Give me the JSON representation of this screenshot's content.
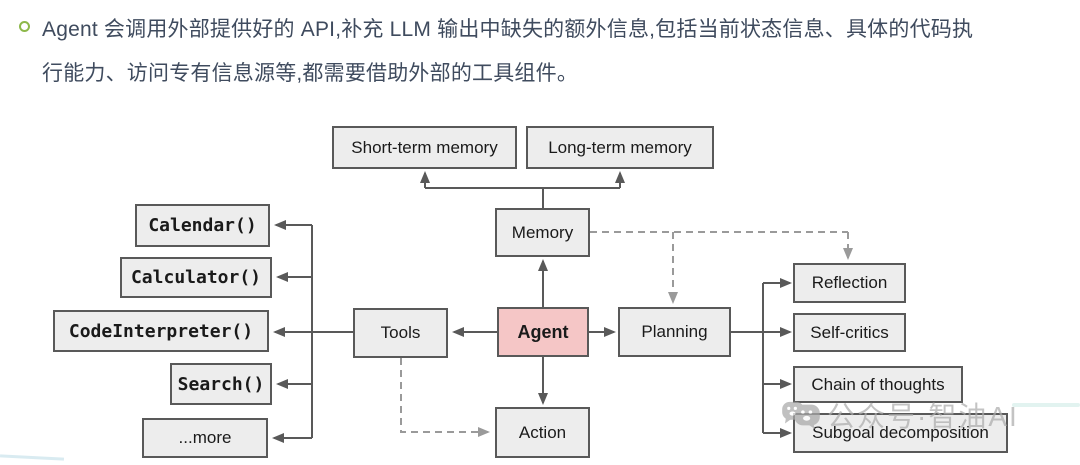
{
  "note": {
    "line1": "Agent 会调用外部提供好的 API,补充 LLM 输出中缺失的额外信息,包括当前状态信息、具体的代码执",
    "line2": "行能力、访问专有信息源等,都需要借助外部的工具组件。"
  },
  "diagram": {
    "boxes": {
      "short_term_memory": "Short-term memory",
      "long_term_memory": "Long-term memory",
      "memory": "Memory",
      "agent": "Agent",
      "planning": "Planning",
      "tools": "Tools",
      "action": "Action",
      "calendar": "Calendar()",
      "calculator": "Calculator()",
      "code_interpreter": "CodeInterpreter()",
      "search": "Search()",
      "more": "...more",
      "reflection": "Reflection",
      "self_critics": "Self-critics",
      "chain_of_thoughts": "Chain of thoughts",
      "subgoal_decomposition": "Subgoal decomposition"
    },
    "colors": {
      "box_fill": "#ededed",
      "box_border": "#595959",
      "agent_fill": "#f5c6c6",
      "solid_line": "#595959",
      "dashed_line": "#9a9a9a",
      "note_text": "#3f4b5e",
      "bullet_ring": "#8db84a"
    }
  },
  "watermark": {
    "icon": "wechat-chat-bubbles-icon",
    "text": "公众号·智油AI"
  }
}
